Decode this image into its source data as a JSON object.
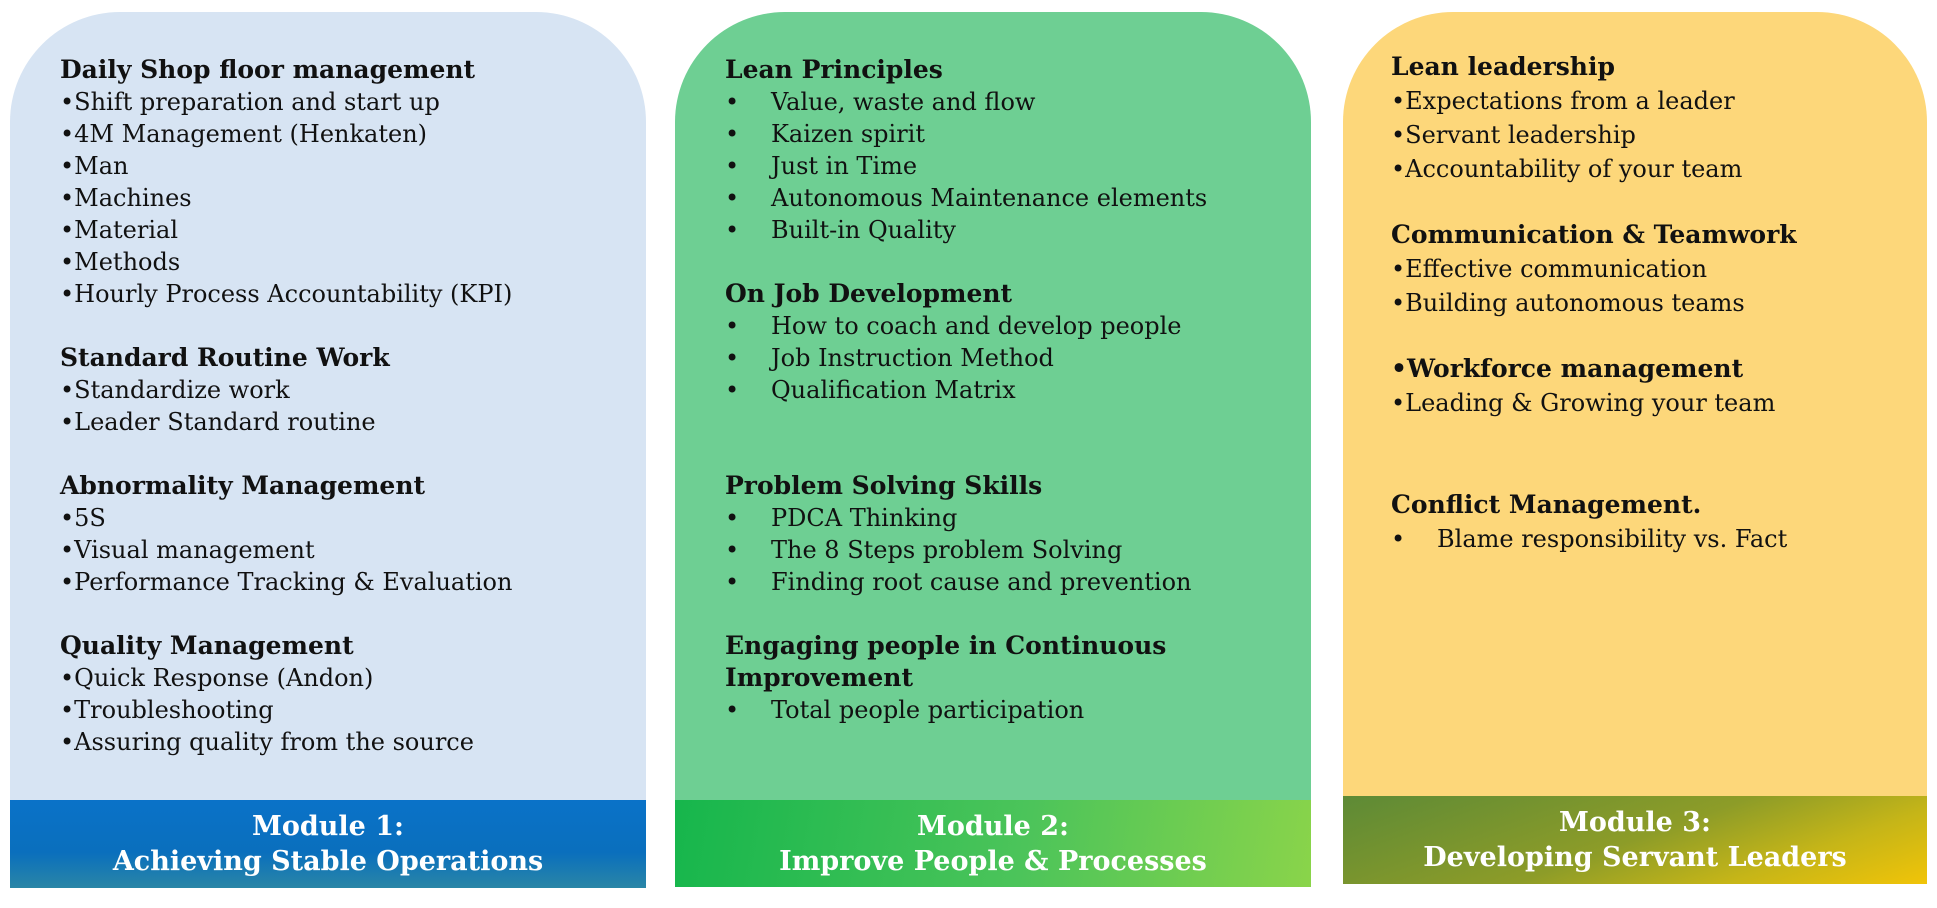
{
  "module1": {
    "sections": [
      {
        "heading": "Daily Shop floor management",
        "items": [
          "Shift preparation and start up",
          "4M Management (Henkaten)",
          "Man",
          "Machines",
          "Material",
          "Methods",
          "Hourly Process Accountability (KPI)"
        ]
      },
      {
        "heading": "Standard Routine Work",
        "items": [
          "Standardize work",
          "Leader Standard routine"
        ]
      },
      {
        "heading": "Abnormality Management",
        "items": [
          "5S",
          "Visual management",
          "Performance Tracking & Evaluation"
        ]
      },
      {
        "heading": "Quality Management",
        "items": [
          "Quick Response (Andon)",
          "Troubleshooting",
          "Assuring quality from the source"
        ]
      }
    ],
    "footer_line1": "Module 1:",
    "footer_line2": "Achieving Stable Operations"
  },
  "module2": {
    "sections": [
      {
        "heading": "Lean Principles",
        "items": [
          "Value, waste and flow",
          "Kaizen spirit",
          "Just in Time",
          "Autonomous Maintenance elements",
          "Built-in Quality"
        ]
      },
      {
        "heading": "On Job Development",
        "items": [
          "How to coach and develop people",
          "Job Instruction Method",
          "Qualification Matrix"
        ]
      },
      {
        "heading": "Problem Solving Skills",
        "items": [
          "PDCA Thinking",
          "The 8 Steps problem Solving",
          "Finding root cause and prevention"
        ]
      },
      {
        "heading_line1": "Engaging people in Continuous",
        "heading_line2": "Improvement",
        "items": [
          "Total people participation"
        ]
      }
    ],
    "footer_line1": "Module 2:",
    "footer_line2": "Improve People & Processes"
  },
  "module3": {
    "sections": [
      {
        "heading": "Lean leadership",
        "items": [
          "Expectations from a leader",
          "Servant leadership",
          "Accountability of your team"
        ]
      },
      {
        "heading": "Communication & Teamwork",
        "items": [
          "Effective communication",
          "Building autonomous teams"
        ]
      },
      {
        "heading": "•Workforce management",
        "items": [
          "Leading & Growing your team"
        ]
      },
      {
        "heading": "Conflict Management.",
        "items": [
          "Blame responsibility vs. Fact"
        ]
      }
    ],
    "footer_line1": "Module 3:",
    "footer_line2": "Developing Servant Leaders"
  }
}
